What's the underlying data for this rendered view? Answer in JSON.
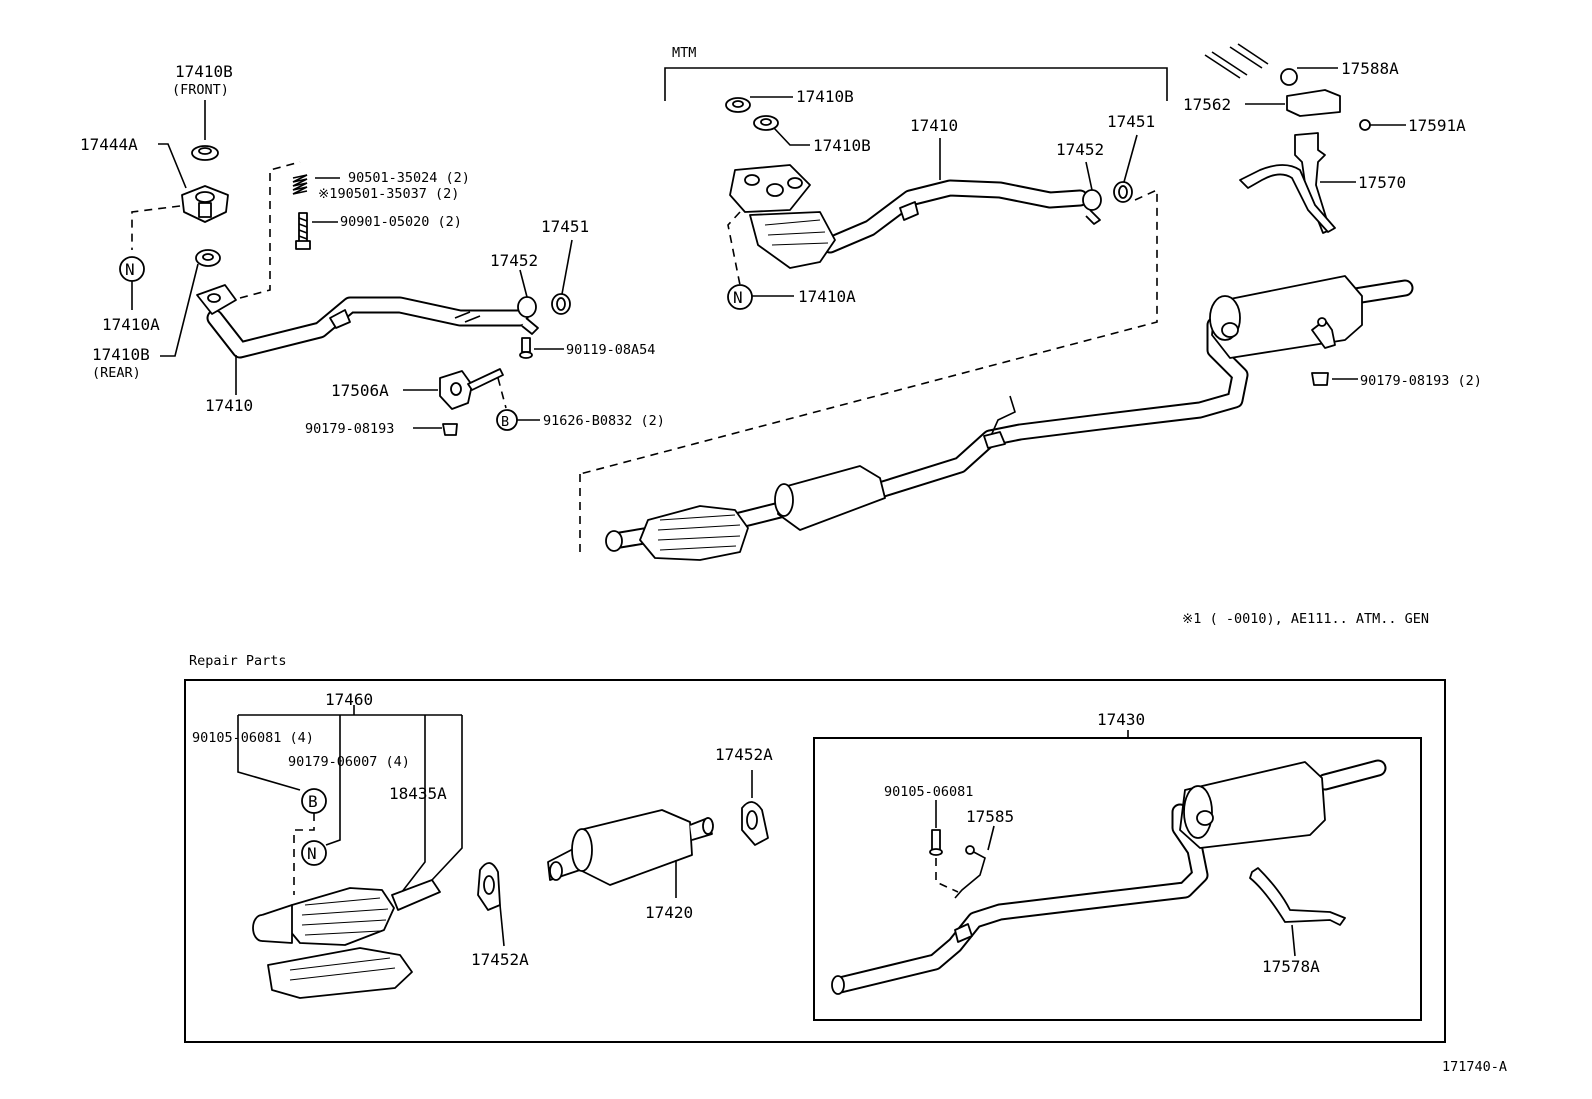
{
  "diagram_id": "171740-A",
  "note": "※1 (      -0010), AE111.. ATM.. GEN",
  "groups": {
    "mtm": "MTM",
    "repair_parts": "Repair Parts"
  },
  "markers": {
    "n": "N",
    "b": "B"
  },
  "left_group": {
    "p17410b_front": "17410B",
    "front": "(FRONT)",
    "p17444a": "17444A",
    "p90501_35024": "90501-35024 (2)",
    "p190501_35037": "※190501-35037 (2)",
    "p90901_05020": "90901-05020 (2)",
    "p17410a": "17410A",
    "p17410b_rear": "17410B",
    "rear": "(REAR)",
    "p17410": "17410",
    "p17452": "17452",
    "p17451": "17451",
    "p90119_08a54": "90119-08A54",
    "p17506a": "17506A",
    "p91626_b0832": "91626-B0832 (2)",
    "p90179_08193": "90179-08193"
  },
  "mtm_group": {
    "p17410b_1": "17410B",
    "p17410b_2": "17410B",
    "p17410": "17410",
    "p17452": "17452",
    "p17451": "17451",
    "p17410a": "17410A"
  },
  "right_group": {
    "p17588a": "17588A",
    "p17562": "17562",
    "p17591a": "17591A",
    "p17570": "17570",
    "p90179_08193": "90179-08193 (2)"
  },
  "repair_group": {
    "p17460": "17460",
    "p90105_06081_4": "90105-06081 (4)",
    "p90179_06007": "90179-06007 (4)",
    "p18435a": "18435A",
    "p17452a_1": "17452A",
    "p17452a_2": "17452A",
    "p17420": "17420",
    "p17430": "17430",
    "p90105_06081": "90105-06081",
    "p17585": "17585",
    "p17578a": "17578A"
  }
}
